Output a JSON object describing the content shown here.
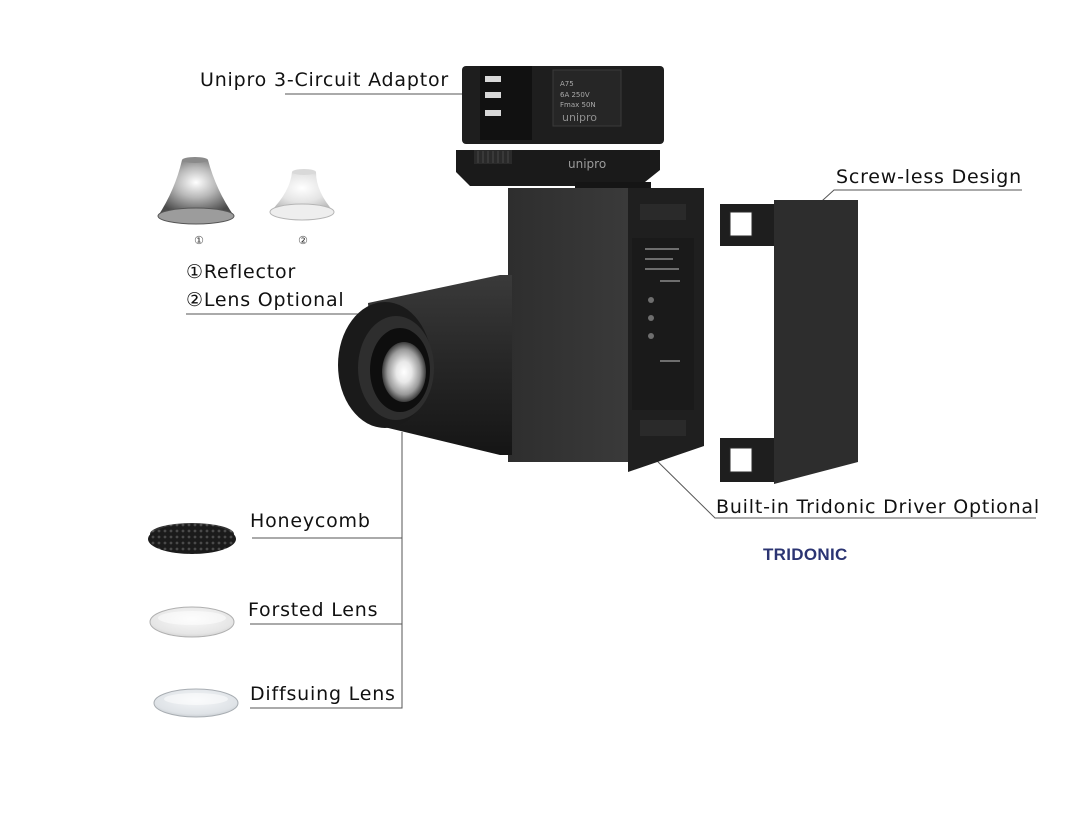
{
  "callouts": {
    "adaptor": "Unipro 3-Circuit Adaptor",
    "screwless": "Screw-less Design",
    "reflector": "①Reflector",
    "lens_optional": "②Lens Optional",
    "honeycomb": "Honeycomb",
    "frosted_lens": "Forsted Lens",
    "diffusing_lens": "Diffsuing Lens",
    "driver": "Built-in Tridonic Driver Optional"
  },
  "accessory_numbers": {
    "reflector": "①",
    "lens": "②"
  },
  "adaptor_markings": {
    "rating_1": "A75",
    "rating_2": "6A 250V",
    "rating_3": "Fmax 50N",
    "logo": "unipro"
  },
  "brand": {
    "name": "TRIDONIC",
    "color": "#2b3472"
  },
  "colors": {
    "line": "#555555",
    "housing": "#2c2c2c",
    "housing_dark": "#1a1a1a",
    "cover": "#333333"
  }
}
